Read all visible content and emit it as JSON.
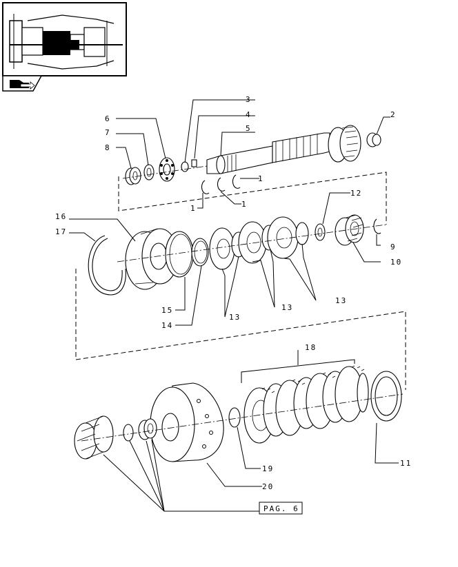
{
  "callouts": [
    {
      "id": "c2",
      "text": "2"
    },
    {
      "id": "c3",
      "text": "3"
    },
    {
      "id": "c4",
      "text": "4"
    },
    {
      "id": "c5",
      "text": "5"
    },
    {
      "id": "c6",
      "text": "6"
    },
    {
      "id": "c7",
      "text": "7"
    },
    {
      "id": "c8",
      "text": "8"
    },
    {
      "id": "c1a",
      "text": "1"
    },
    {
      "id": "c1b",
      "text": "1"
    },
    {
      "id": "c1c",
      "text": "1"
    },
    {
      "id": "c12",
      "text": "12"
    },
    {
      "id": "c16",
      "text": "16"
    },
    {
      "id": "c17",
      "text": "17"
    },
    {
      "id": "c9",
      "text": "9"
    },
    {
      "id": "c10",
      "text": "10"
    },
    {
      "id": "c15",
      "text": "15"
    },
    {
      "id": "c14",
      "text": "14"
    },
    {
      "id": "c13a",
      "text": "13"
    },
    {
      "id": "c13b",
      "text": "13"
    },
    {
      "id": "c13c",
      "text": "13"
    },
    {
      "id": "c18",
      "text": "18"
    },
    {
      "id": "c19",
      "text": "19"
    },
    {
      "id": "c20",
      "text": "20"
    },
    {
      "id": "c11",
      "text": "11"
    }
  ],
  "page_ref": {
    "label": "PAG. 6"
  },
  "icons": {
    "thumbnail": "transmission-section-thumbnail",
    "nav": "arrow-folder-icon"
  }
}
